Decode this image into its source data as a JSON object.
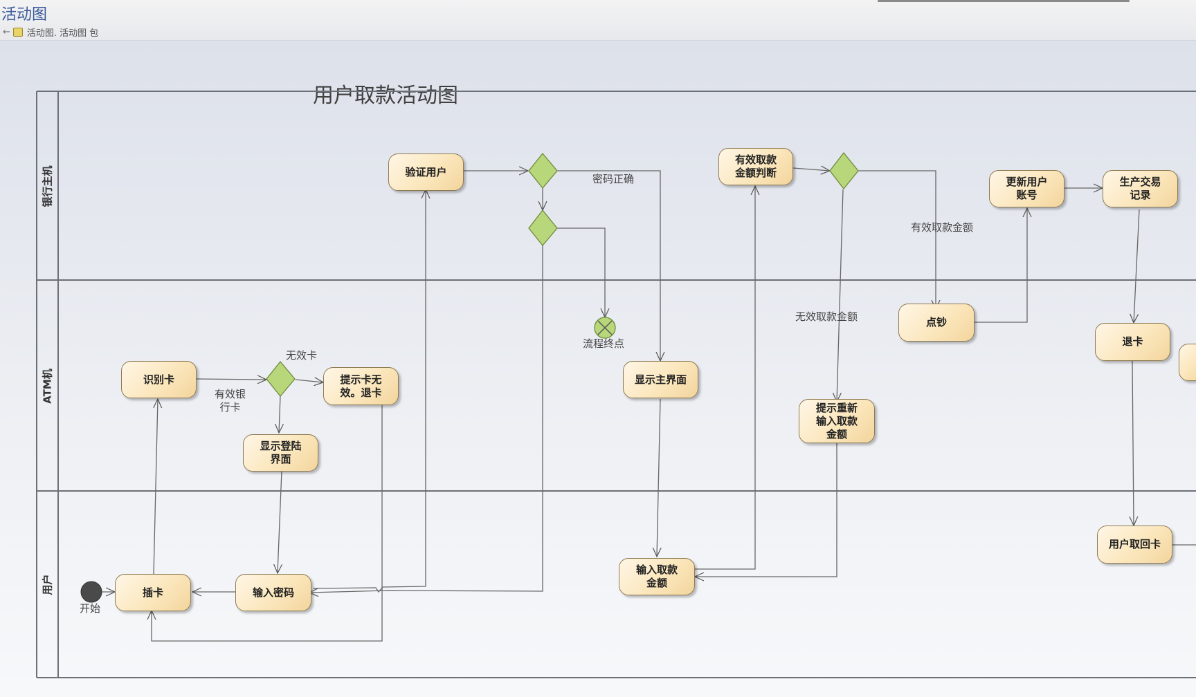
{
  "window": {
    "title": "活动图",
    "breadcrumb": "活动图. 活动图 包"
  },
  "diagram": {
    "title": "用户取款活动图",
    "lanes": [
      "银行主机",
      "ATM机",
      "用户"
    ]
  },
  "nodes": {
    "start_label": "开始",
    "end_label": "流程终点",
    "verify_user": "验证用户",
    "valid_amount_check": "有效取款\n金额判断",
    "update_account": "更新用户\n账号",
    "generate_record": "生产交易\n记录",
    "identify_card": "识别卡",
    "invalid_card_prompt": "提示卡无\n效。退卡",
    "show_login": "显示登陆\n界面",
    "show_main": "显示主界面",
    "count_cash": "点钞",
    "reenter_prompt": "提示重新\n输入取款\n金额",
    "eject_card": "退卡",
    "insert_card": "插卡",
    "enter_password": "输入密码",
    "enter_amount": "输入取款\n金额",
    "take_card": "用户取回卡"
  },
  "edge_labels": {
    "invalid_card": "无效卡",
    "valid_card": "有效银\n行卡",
    "password_ok": "密码正确",
    "valid_amount": "有效取款金额",
    "invalid_amount": "无效取款金额"
  },
  "colors": {
    "action_fill": "#fbe7bd",
    "decision_fill": "#b7d77a",
    "lane_line": "#6b6f76",
    "title_blue": "#3a5a9a"
  }
}
